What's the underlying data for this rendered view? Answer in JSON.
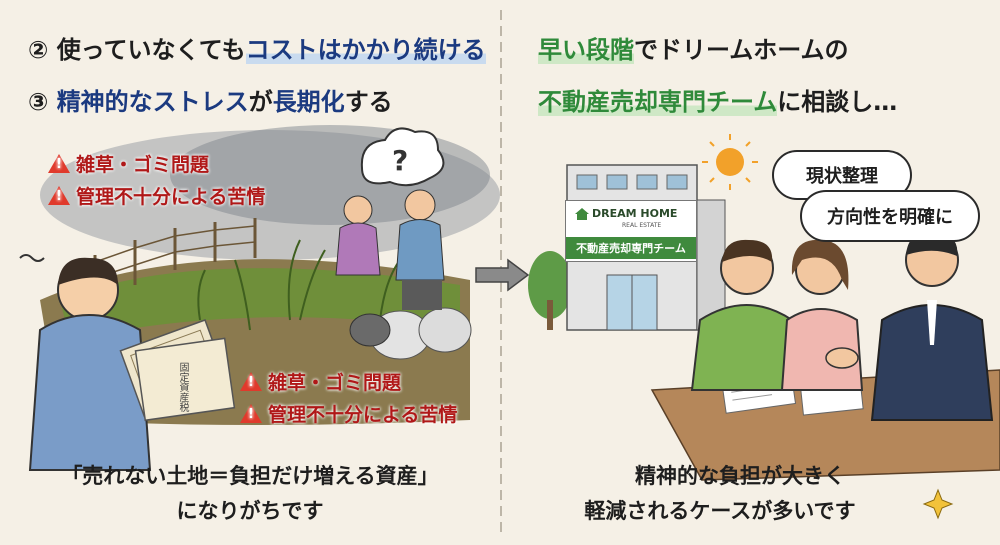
{
  "left": {
    "point2": {
      "num": "②",
      "pre": "使っていなくても",
      "hl": "コストはかかり続ける"
    },
    "point3": {
      "num": "③",
      "hl1": "精神的なストレス",
      "mid": "が",
      "hl2": "長期化",
      "post": "する"
    },
    "warnings_top": [
      "雑草・ゴミ問題",
      "管理不十分による苦情"
    ],
    "warnings_bottom": [
      "雑草・ゴミ問題",
      "管理不十分による苦情"
    ],
    "bills_text": "固定資産税",
    "caption_line1": "「売れない土地＝負担だけ増える資産」",
    "caption_line2": "になりがちです"
  },
  "right": {
    "line1": {
      "hl": "早い段階",
      "rest": "でドリームホームの"
    },
    "line2": {
      "hl": "不動産売却専門チーム",
      "rest": "に相談し…"
    },
    "sign_title": "DREAM HOME",
    "sign_sub": "REAL ESTATE",
    "sign_band": "不動産売却専門チーム",
    "bubble1": "現状整理",
    "bubble2": "方向性を明確に",
    "caption_line1": "精神的な負担が大きく",
    "caption_line2": "軽減されるケースが多いです"
  },
  "colors": {
    "background": "#f5f0e6",
    "blue": "#1b3a80",
    "green": "#2f8a3a",
    "warning_red": "#b01818"
  }
}
